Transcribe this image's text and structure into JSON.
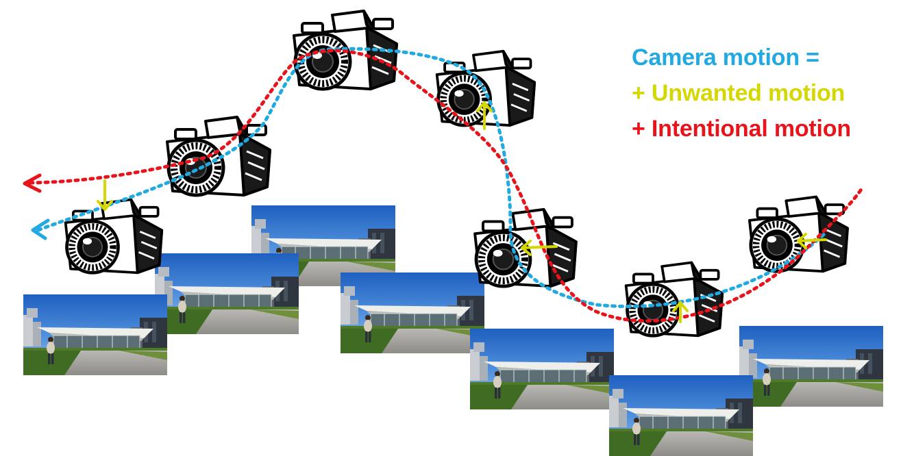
{
  "legend": {
    "camera_motion": "Camera motion =",
    "unwanted_motion": "+ Unwanted motion",
    "intentional_motion": "+ Intentional motion"
  },
  "colors": {
    "camera_motion": "#21a9e1",
    "unwanted_motion": "#d4d800",
    "intentional_motion": "#e8141c"
  },
  "icons": {
    "camera": "camera-icon",
    "frame": "video-frame-photo"
  }
}
